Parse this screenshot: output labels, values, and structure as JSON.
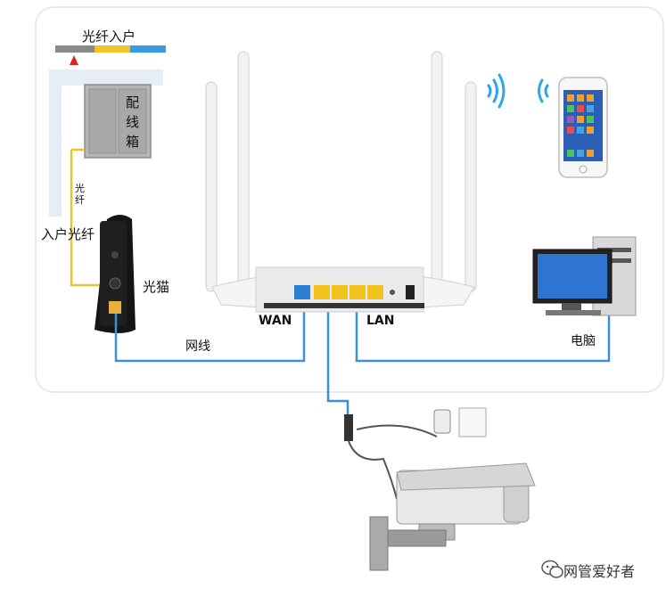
{
  "labels": {
    "fiber_entry": "光纤入户",
    "distribution_box": "配线箱",
    "fiber_vertical": "光纤",
    "home_fiber": "入户光纤",
    "modem": "光猫",
    "network_cable": "网线",
    "wan": "WAN",
    "lan": "LAN",
    "computer": "电脑"
  },
  "watermark": {
    "text": "网管爱好者",
    "icon": "wechat-icon"
  },
  "colors": {
    "fiber_yellow": "#f2c12e",
    "cable_blue": "#3a8fdc",
    "bar_gray": "#8a8a8a",
    "bar_blue": "#3c9be0",
    "arrow_red": "#e02020",
    "wan_port": "#2a7fd0",
    "lan_port": "#f3c21e"
  }
}
